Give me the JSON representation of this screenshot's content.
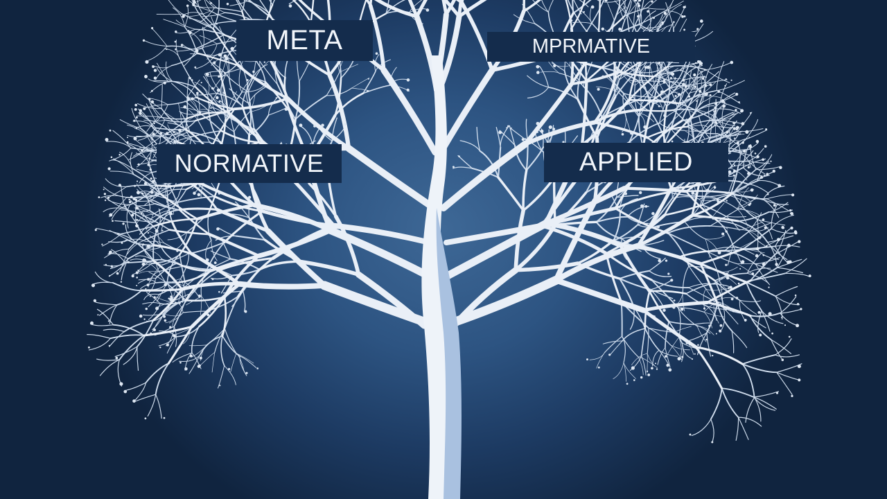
{
  "diagram": {
    "labels": {
      "meta": "META",
      "normative_top": "MPRMATIVE",
      "normative": "NORMATIVE",
      "applied": "APPLIED"
    },
    "colors": {
      "background": "#1d3b63",
      "background_center": "#3e6896",
      "branch": "#e9eff7",
      "trunk_shadow": "#a9c1e0",
      "label_fill": "#142c4c",
      "label_text": "#f2f6fb"
    }
  }
}
